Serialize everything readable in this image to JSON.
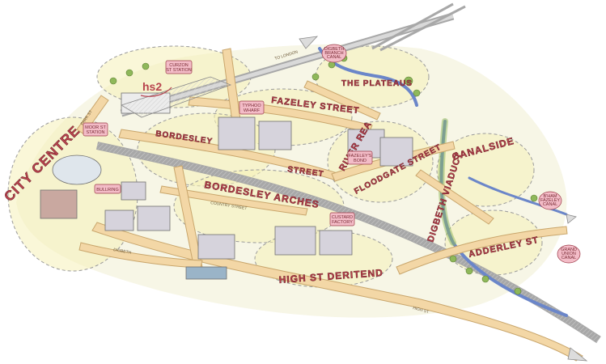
{
  "map": {
    "colors": {
      "road": "#f3d7a6",
      "road_edge": "#c9a66c",
      "rail": "#a8a8a8",
      "canal": "#6b86c9",
      "green": "#8fb85a",
      "zone": "#f4eca2",
      "label_fill": "#b8434e",
      "tag_fill": "#f3bcc7",
      "tag_edge": "#9c3a48"
    },
    "districts": {
      "city_centre": "CITY CENTRE",
      "bordesley_street_1": "BORDESLEY",
      "bordesley_street_2": "STREET",
      "bordesley_arches": "BORDESLEY ARCHES",
      "fazeley_street": "FAZELEY STREET",
      "the_plateaus": "THE PLATEAUS",
      "river_rea": "RIVER REA",
      "floodgate_street": "FLOODGATE STREET",
      "digbeth_viaduct": "DIGBETH VIADUCT",
      "canalside": "CANALSIDE",
      "adderley_st": "ADDERLEY ST",
      "high_st_deritend": "HIGH ST DERITEND"
    },
    "tags": {
      "curzon": [
        "CURZON",
        "ST STATION"
      ],
      "typhoo": [
        "TYPHOO",
        "WHARF"
      ],
      "moor_st": [
        "MOOR ST",
        "STATION"
      ],
      "bullring": [
        "BULLRING"
      ],
      "fazeley_bond": [
        "FAZELEY'S",
        "BOND"
      ],
      "custard": [
        "CUSTARD",
        "FACTORY"
      ],
      "digbeth_branch": [
        "DIGBETH",
        "BRANCH",
        "CANAL"
      ],
      "birmingham_fazeley": [
        "B'HAM",
        "FAZELEY",
        "CANAL"
      ],
      "grand_union": [
        "GRAND",
        "UNION",
        "CANAL"
      ]
    },
    "logo_hs2": "hs2",
    "road_labels": {
      "to_london": "TO LONDON",
      "digbeth": "DIGBETH",
      "country_street": "COUNTRY STREET",
      "park_street": "PARK ST",
      "high_street": "HIGH ST"
    }
  }
}
